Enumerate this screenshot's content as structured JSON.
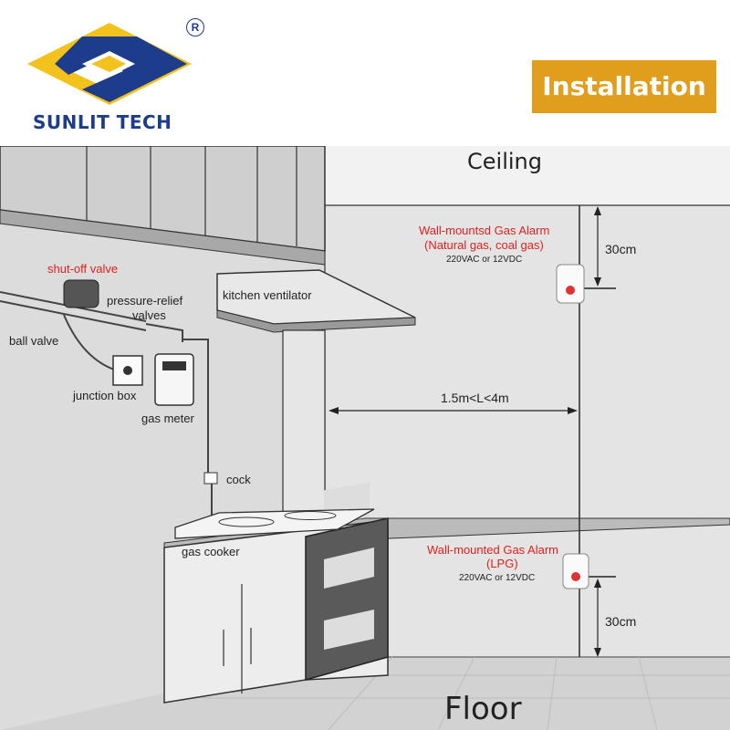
{
  "brand": {
    "name": "SUNLIT TECH",
    "registered": "R"
  },
  "header": {
    "badge": "Installation"
  },
  "diagram": {
    "ceiling": "Ceiling",
    "floor": "Floor",
    "distance": "1.5m<L<4m",
    "dist_top": "30cm",
    "dist_bottom": "30cm",
    "alarm_top": {
      "title": "Wall-mountsd Gas Alarm",
      "subtitle": "(Natural gas, coal gas)",
      "power": "220VAC or 12VDC"
    },
    "alarm_bottom": {
      "title": "Wall-mounted Gas Alarm",
      "subtitle": "(LPG)",
      "power": "220VAC or 12VDC"
    },
    "labels": {
      "shutoff": "shut-off valve",
      "pressure1": "pressure-relief",
      "pressure2": "valves",
      "ball": "ball valve",
      "junction": "junction box",
      "meter": "gas meter",
      "cock": "cock",
      "cooker": "gas cooker",
      "ventilator": "kitchen ventilator"
    }
  },
  "colors": {
    "accent": "#e09e1c",
    "brand_blue": "#1d3c8c",
    "brand_yellow": "#f3c21c",
    "label_red": "#e02020"
  }
}
